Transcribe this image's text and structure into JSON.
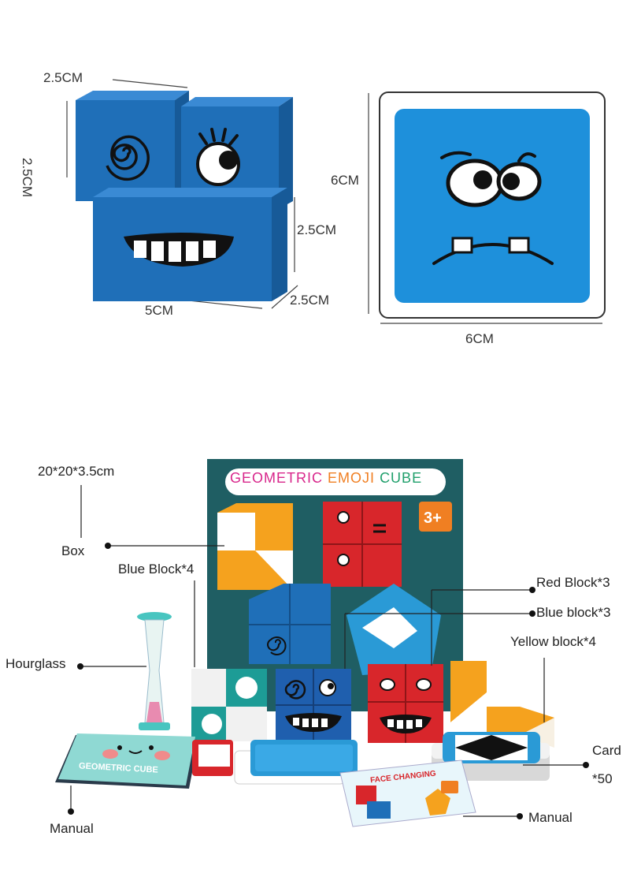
{
  "dimensions": {
    "cube_top_width": "2.5CM",
    "cube_side_height": "2.5CM",
    "block_height": "2.5CM",
    "block_depth": "2.5CM",
    "block_length": "5CM",
    "card_height": "6CM",
    "card_width": "6CM"
  },
  "product": {
    "box_size": "20*20*3.5cm",
    "box_title_parts": [
      "GEOMETRIC",
      "EMOJI",
      "CUBE"
    ],
    "age": "3+",
    "manual_cover_title": "GEOMETRIC CUBE",
    "manual_sheet_title": "FACE CHANGING"
  },
  "callouts": {
    "box": "Box",
    "blue_block_4": "Blue Block*4",
    "red_block_3": "Red Block*3",
    "blue_block_3": "Blue block*3",
    "yellow_block_4": "Yellow block*4",
    "hourglass": "Hourglass",
    "card": "Card",
    "card_count": "*50",
    "manual_left": "Manual",
    "manual_right": "Manual"
  },
  "colors": {
    "cube_blue": "#1f6fb8",
    "card_blue": "#1e90db",
    "box_teal": "#1f5e63",
    "red": "#d8262b",
    "orange": "#f5a21e"
  }
}
